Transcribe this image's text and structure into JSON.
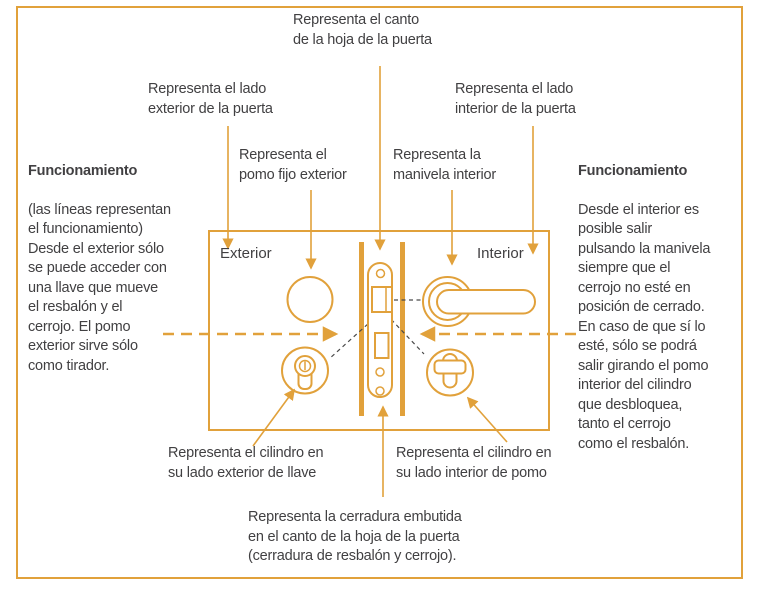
{
  "colors": {
    "accent": "#E1A13B",
    "text": "#414042",
    "dashed_link": "#4A4A4A",
    "background": "#FFFFFF"
  },
  "door": {
    "exterior_label": "Exterior",
    "interior_label": "Interior"
  },
  "labels": {
    "canto": "Representa el canto\nde la hoja de la puerta",
    "lado_exterior": "Representa el lado\nexterior de la puerta",
    "lado_interior": "Representa el lado\ninterior de la puerta",
    "pomo_fijo": "Representa el\npomo fijo exterior",
    "manivela": "Representa la\nmanivela interior",
    "cilindro_exterior": "Representa el cilindro en\nsu lado exterior de llave",
    "cilindro_interior": "Representa el cilindro en\nsu lado interior de pomo",
    "cerradura": "Representa la cerradura embutida\nen el canto de la hoja de la puerta\n(cerradura de resbalón y cerrojo)."
  },
  "funcionamiento_exterior": {
    "heading": "Funcionamiento",
    "body": "(las líneas representan\nel funcionamiento)\nDesde el exterior sólo\nse puede acceder con\nuna llave que mueve\nel resbalón y el\ncerrojo. El pomo\nexterior sirve sólo\ncomo tirador."
  },
  "funcionamiento_interior": {
    "heading": "Funcionamiento",
    "body": "Desde el interior es\nposible salir\npulsando la manivela\nsiempre que el\ncerrojo no esté en\nposición de cerrado.\nEn caso de que sí lo\nesté, sólo se podrá\nsalir girando el pomo\ninterior del cilindro\nque desbloquea,\ntanto el cerrojo\ncomo el resbalón."
  }
}
